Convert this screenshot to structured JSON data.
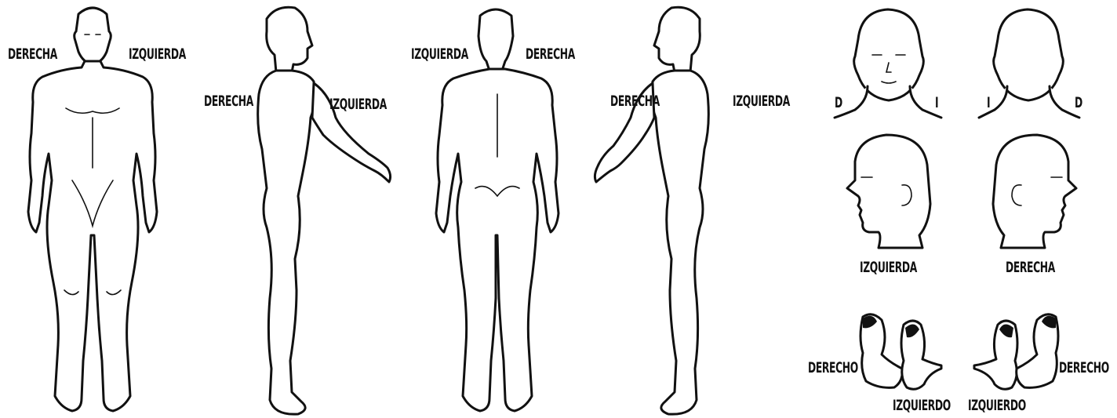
{
  "front": {
    "right_label": "DERECHA",
    "left_label": "IZQUIERDA"
  },
  "side_right": {
    "right_label": "DERECHA",
    "left_label": "IZQUIERDA"
  },
  "back": {
    "left_label": "IZQUIERDA",
    "right_label": "DERECHA"
  },
  "side_left": {
    "right_label": "DERECHA",
    "left_label": "IZQUIERDA"
  },
  "head_front": {
    "right_label": "D",
    "left_label": "I"
  },
  "head_back": {
    "left_label": "I",
    "right_label": "D"
  },
  "head_profile_left": {
    "label": "IZQUIERDA"
  },
  "head_profile_right": {
    "label": "DERECHA"
  },
  "feet_left": {
    "right_label": "DERECHO",
    "left_label": "IZQUIERDO"
  },
  "feet_right": {
    "left_label": "IZQUIERDO",
    "right_label": "DERECHO"
  }
}
